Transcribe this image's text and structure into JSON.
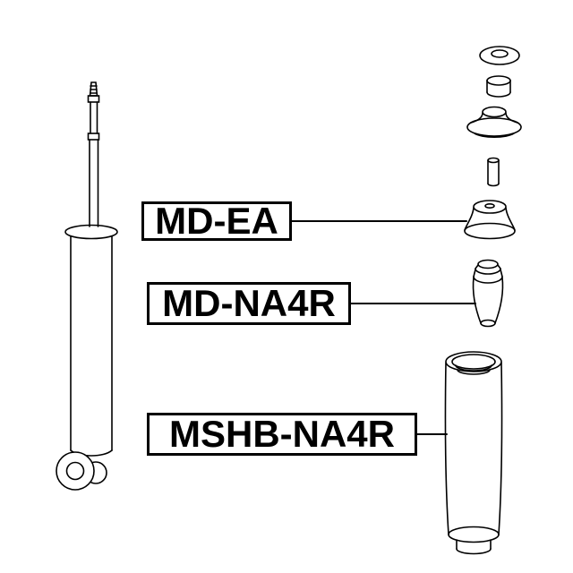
{
  "colors": {
    "background": "#ffffff",
    "line": "#000000",
    "label_border": "#000000",
    "label_text": "#000000"
  },
  "labels": {
    "md_ea": "MD-EA",
    "md_na4r": "MD-NA4R",
    "mshb_na4r": "MSHB-NA4R"
  }
}
